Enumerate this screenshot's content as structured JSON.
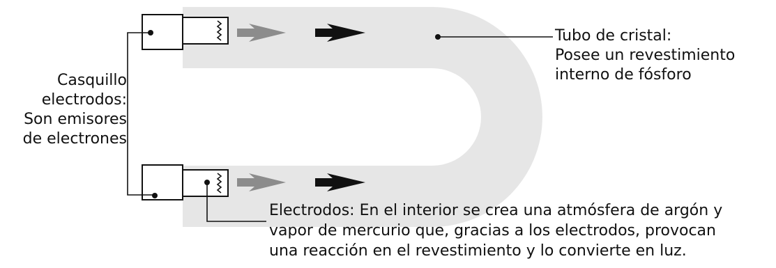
{
  "labels": {
    "tube": {
      "lines": [
        "Tubo de cristal:",
        "Posee un revestimiento",
        "interno de fósforo"
      ]
    },
    "cap": {
      "lines": [
        "Casquillo",
        "electrodos:",
        "Son emisores",
        "de electrones"
      ]
    },
    "electrodes": {
      "lines": [
        "Electrodos: En el interior se crea una atmósfera de argón y",
        "vapor de mercurio que, gracias a los electrodos, provocan",
        "una reacción en el revestimiento y lo convierte en luz."
      ]
    }
  },
  "colors": {
    "tube": "#e6e6e6",
    "arrow_light": "#8c8c8c",
    "arrow_dark": "#111111",
    "line": "#111111"
  }
}
